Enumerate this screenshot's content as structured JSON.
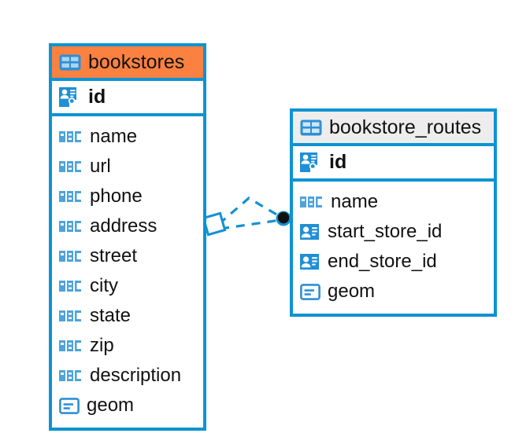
{
  "diagram": {
    "type": "entity-relationship-diagram",
    "background": "#ffffff",
    "accent_blue": "#0d93d2",
    "accent_orange": "#fb8140",
    "accent_grey": "#ededed",
    "text_color": "#111111"
  },
  "entities": [
    {
      "name": "bookstores",
      "title": "bookstores",
      "header_style": "accent-orange",
      "header_icon": "table-icon",
      "primary_key": {
        "label": "id",
        "icon": "primary-key-icon"
      },
      "fields": [
        {
          "label": "name",
          "icon": "text-abc-icon"
        },
        {
          "label": "url",
          "icon": "text-abc-icon"
        },
        {
          "label": "phone",
          "icon": "text-abc-icon"
        },
        {
          "label": "address",
          "icon": "text-abc-icon"
        },
        {
          "label": "street",
          "icon": "text-abc-icon"
        },
        {
          "label": "city",
          "icon": "text-abc-icon"
        },
        {
          "label": "state",
          "icon": "text-abc-icon"
        },
        {
          "label": "zip",
          "icon": "text-abc-icon"
        },
        {
          "label": "description",
          "icon": "text-abc-icon"
        },
        {
          "label": "geom",
          "icon": "geometry-icon"
        }
      ]
    },
    {
      "name": "bookstore_routes",
      "title": "bookstore_routes",
      "header_style": "accent-grey",
      "header_icon": "table-icon",
      "primary_key": {
        "label": "id",
        "icon": "primary-key-icon"
      },
      "fields": [
        {
          "label": "name",
          "icon": "text-abc-icon"
        },
        {
          "label": "start_store_id",
          "icon": "foreign-key-icon"
        },
        {
          "label": "end_store_id",
          "icon": "foreign-key-icon"
        },
        {
          "label": "geom",
          "icon": "geometry-icon"
        }
      ]
    }
  ],
  "relationship": {
    "name": "bookstores-to-bookstore-routes",
    "style": "dashed",
    "color": "#1291d4",
    "source_endpoint": "diamond-marker",
    "target_endpoint": "filled-circle-marker"
  }
}
